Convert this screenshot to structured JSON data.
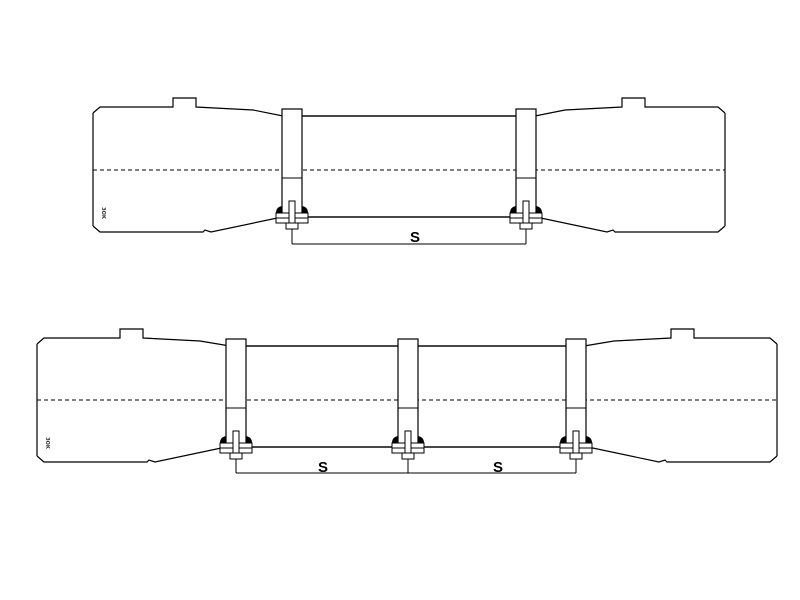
{
  "drawing": {
    "line_color": "#000000",
    "background": "#ffffff",
    "assemblies": [
      {
        "id": "two-support",
        "clamp_count": 2,
        "spacing_labels": [
          "S"
        ],
        "end_mark": "ЗОК"
      },
      {
        "id": "three-support",
        "clamp_count": 3,
        "spacing_labels": [
          "S",
          "S"
        ],
        "end_mark": "ЗОК"
      }
    ]
  }
}
